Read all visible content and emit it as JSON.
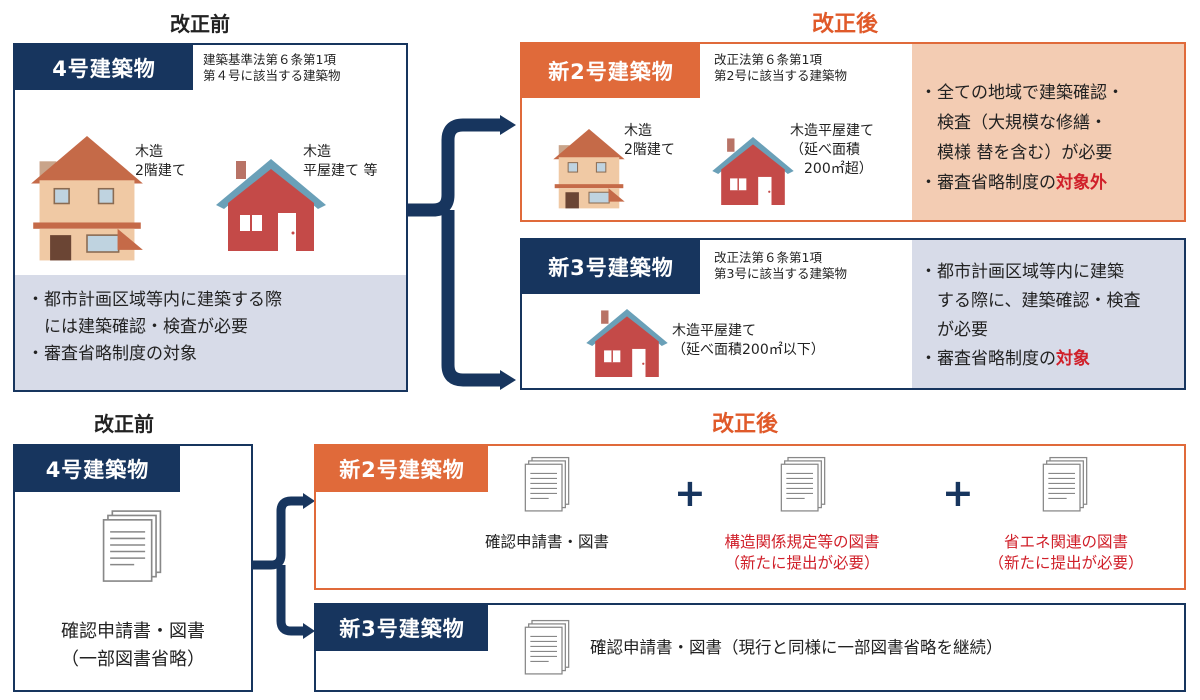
{
  "top": {
    "before_heading": "改正前",
    "after_heading": "改正後",
    "old4": {
      "tag": "4号建築物",
      "desc": "建築基準法第６条第1項\n第４号に該当する建築物",
      "house1_label": "木造\n2階建て",
      "house2_label": "木造\n平屋建て 等",
      "bullet1": "・都市計画区域等内に建築する際\n　には建築確認・検査が必要",
      "bullet2": "・審査省略制度の対象"
    },
    "new2": {
      "tag": "新2号建築物",
      "desc": "改正法第６条第1項\n第2号に該当する建築物",
      "house1_label": "木造\n2階建て",
      "house2_label": "木造平屋建て\n（延べ面積\n　200㎡超）",
      "bullet1": "・全ての地域で建築確認・\n　検査（大規模な修繕・\n　模様 替を含む）が必要",
      "bullet2_prefix": "・審査省略制度の",
      "bullet2_emph": "対象外"
    },
    "new3": {
      "tag": "新3号建築物",
      "desc": "改正法第６条第1項\n第3号に該当する建築物",
      "house_label": "木造平屋建て\n（延べ面積200㎡以下）",
      "bullet1": "・都市計画区域等内に建築\n　する際に、建築確認・検査\n　が必要",
      "bullet2_prefix": "・審査省略制度の",
      "bullet2_emph": "対象"
    }
  },
  "bottom": {
    "before_heading": "改正前",
    "after_heading": "改正後",
    "old4": {
      "tag": "4号建築物",
      "doc_label": "確認申請書・図書\n（一部図書省略）"
    },
    "new2": {
      "tag": "新2号建築物",
      "doc1": "確認申請書・図書",
      "doc2": "構造関係規定等の図書\n（新たに提出が必要）",
      "doc3": "省エネ関連の図書\n（新たに提出が必要）",
      "plus": "+"
    },
    "new3": {
      "tag": "新3号建築物",
      "doc_label": "確認申請書・図書（現行と同様に一部図書省略を継続）"
    }
  },
  "colors": {
    "navy": "#17355e",
    "orange": "#e06a3a",
    "peach": "#f3ccb3",
    "lavender": "#d7dbe8",
    "red_text": "#d0202a"
  }
}
